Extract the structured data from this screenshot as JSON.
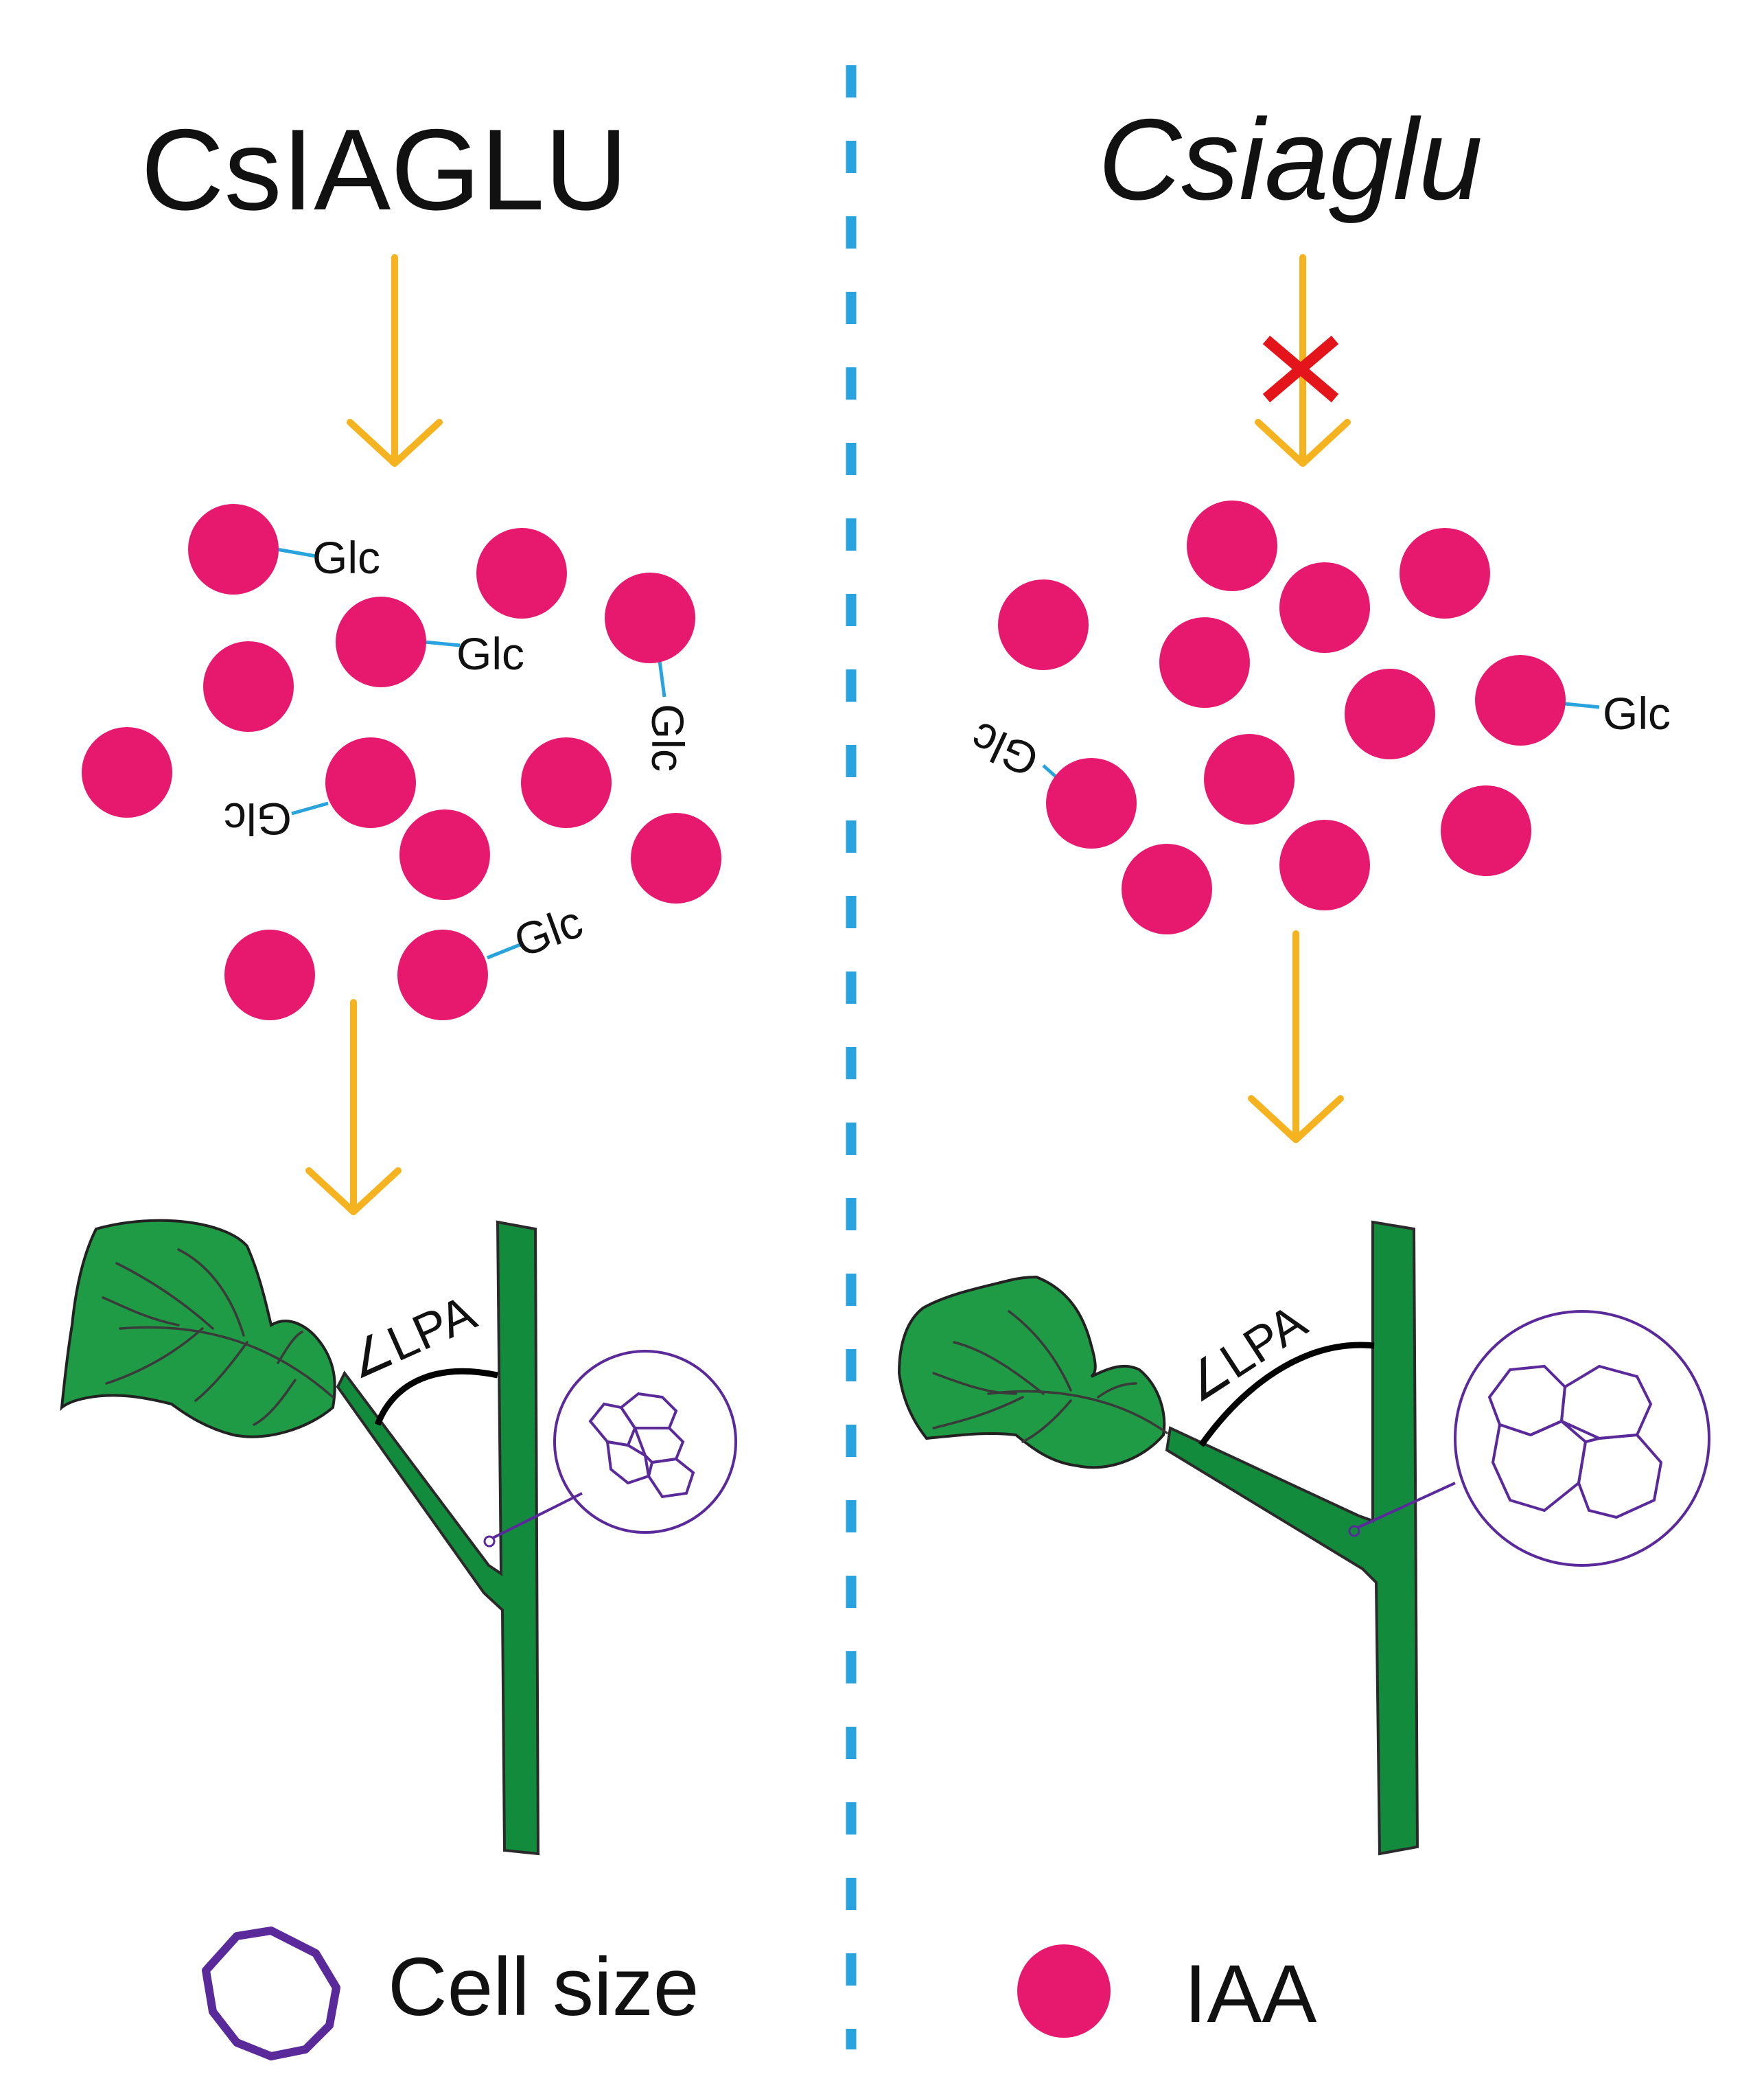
{
  "left_panel": {
    "title": "CsIAGLU",
    "glc_labels": [
      "Glc",
      "Glc",
      "Glc",
      "Glc",
      "Glc"
    ],
    "angle_label": "∠LPA"
  },
  "right_panel": {
    "title": "Csiaglu",
    "glc_labels": [
      "Glc",
      "Glc"
    ],
    "angle_label": "∠LPA"
  },
  "legend": {
    "cell_size_label": "Cell size",
    "iaa_label": "IAA",
    "cell_icon": "irregular-cell-outline-icon",
    "iaa_icon": "magenta-circle-icon"
  },
  "colors": {
    "iaa": "#E6196E",
    "arrow": "#F5B320",
    "divider": "#29A3DE",
    "glc_link": "#29A3DE",
    "leaf": "#1F9A45",
    "stem": "#128C3C",
    "cell_outline": "#5A2A9A",
    "blocked_mark": "#E3151B"
  }
}
